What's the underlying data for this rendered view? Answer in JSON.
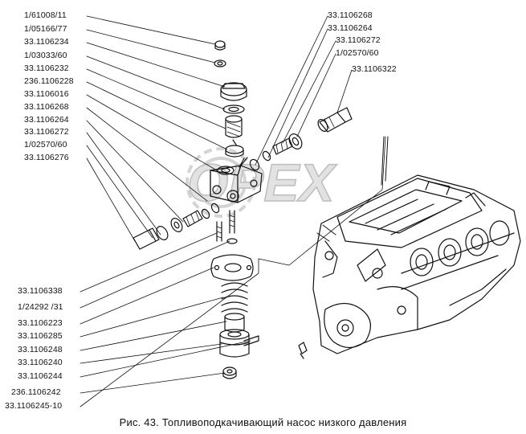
{
  "figure": {
    "caption": "Рис. 43. Топливоподкачивающий насос низкого давления",
    "watermark_text": "OPEX",
    "labels_left": [
      "1/61008/11",
      "1/05166/77",
      "33.1106234",
      "1/03033/60",
      "33.1106232",
      "236.1106228",
      "33.1106016",
      "33.1106268",
      "33.1106264",
      "33.1106272",
      "1/02570/60",
      "33.1106276"
    ],
    "labels_right": [
      "33.1106268",
      "33.1106264",
      "33.1106272",
      "1/02570/60",
      "33.1106322"
    ],
    "labels_bottom": [
      "33.1106338",
      "1/24292 /31",
      "33.1106223",
      "33.1106285",
      "33.1106248",
      "33.1106240",
      "33.1106244",
      "236.1106242",
      "33.1106245-10"
    ]
  },
  "colors": {
    "ink": "#111111",
    "watermark": "#d4d4d4"
  }
}
